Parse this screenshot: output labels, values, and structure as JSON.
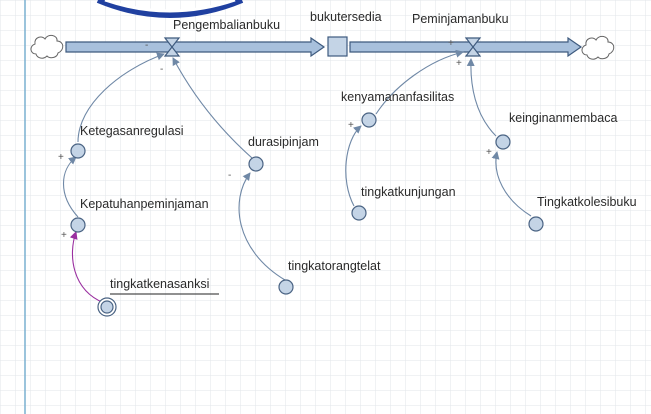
{
  "model": {
    "stock": {
      "name": "bukutersedia"
    },
    "flows": [
      {
        "id": "outflow",
        "name": "Pengembalianbuku"
      },
      {
        "id": "inflow",
        "name": "Peminjamanbuku"
      }
    ],
    "variables": [
      {
        "id": "ketegasan",
        "name": "Ketegasanregulasi"
      },
      {
        "id": "kepatuhan",
        "name": "Kepatuhanpeminjaman"
      },
      {
        "id": "kenasanksi",
        "name": "tingkatkenasanksi"
      },
      {
        "id": "durasi",
        "name": "durasipinjam"
      },
      {
        "id": "telat",
        "name": "tingkatorangtelat"
      },
      {
        "id": "kenyamanan",
        "name": "kenyamananfasilitas"
      },
      {
        "id": "kunjungan",
        "name": "tingkatkunjungan"
      },
      {
        "id": "keinginan",
        "name": "keinginanmembaca"
      },
      {
        "id": "kolesi",
        "name": "Tingkatkolesibuku"
      }
    ],
    "links": [
      {
        "from": "ketegasan",
        "to": "outflow",
        "sign": "-"
      },
      {
        "from": "kepatuhan",
        "to": "ketegasan",
        "sign": "+"
      },
      {
        "from": "kenasanksi",
        "to": "kepatuhan",
        "sign": "+"
      },
      {
        "from": "durasi",
        "to": "outflow",
        "sign": "-"
      },
      {
        "from": "telat",
        "to": "durasi",
        "sign": "-"
      },
      {
        "from": "kenyamanan",
        "to": "inflow",
        "sign": "+"
      },
      {
        "from": "kunjungan",
        "to": "kenyamanan",
        "sign": "+"
      },
      {
        "from": "keinginan",
        "to": "inflow",
        "sign": "+"
      },
      {
        "from": "kolesi",
        "to": "keinginan",
        "sign": "+"
      }
    ]
  },
  "colors": {
    "grid": "#e2e5ea",
    "pipe": "#a8c0dc",
    "pipe_stroke": "#3e5a7e",
    "node_fill": "#c4d4e6",
    "node_stroke": "#4a6383",
    "link": "#6f88a6",
    "link_sanksi": "#9a2fa0",
    "margin_line": "#7ab0d0"
  }
}
